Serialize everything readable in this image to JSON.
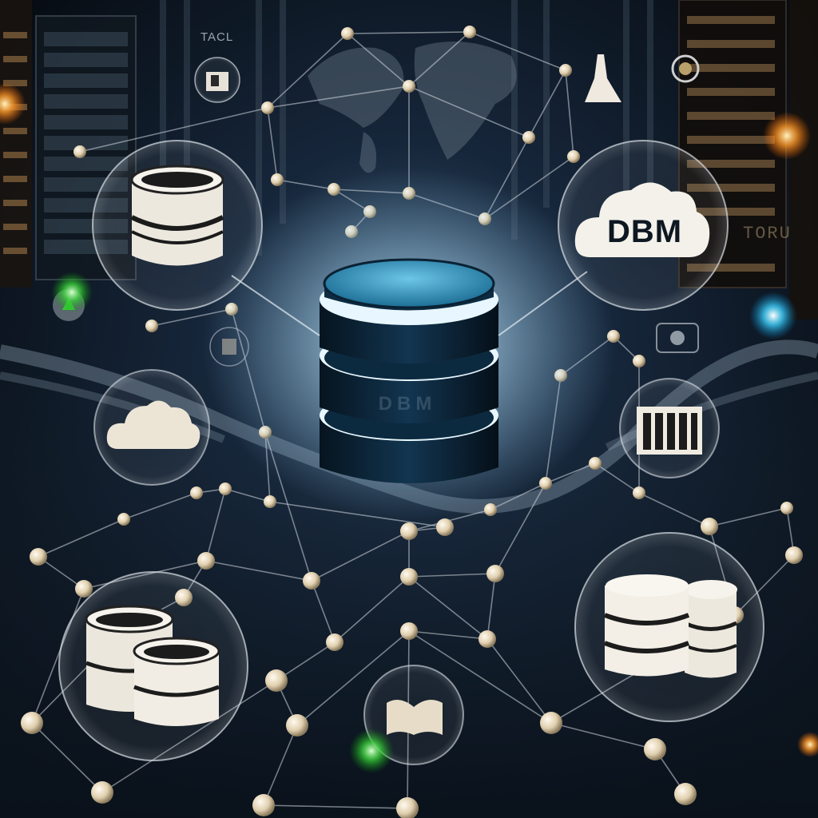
{
  "scene": {
    "subject": "central-database-network",
    "icons": [
      "database-icon",
      "cloud-icon",
      "stacked-database-icon",
      "server-rack-icon",
      "book-icon",
      "user-card-icon",
      "tower-icon"
    ],
    "colors": {
      "background": "#05080d",
      "db_top": "#2a8fb8",
      "db_body": "#0b2234",
      "glow": "#dff4ff",
      "node": "#e9dcc2",
      "line": "#cfd6dc",
      "accent_orange": "#ff9a2a",
      "accent_green": "#3bd13b",
      "accent_cyan": "#3fd2ff"
    }
  },
  "labels": {
    "tag": "TACL",
    "dbm": "DBM",
    "watermark": "DBM",
    "side": "TORU"
  }
}
